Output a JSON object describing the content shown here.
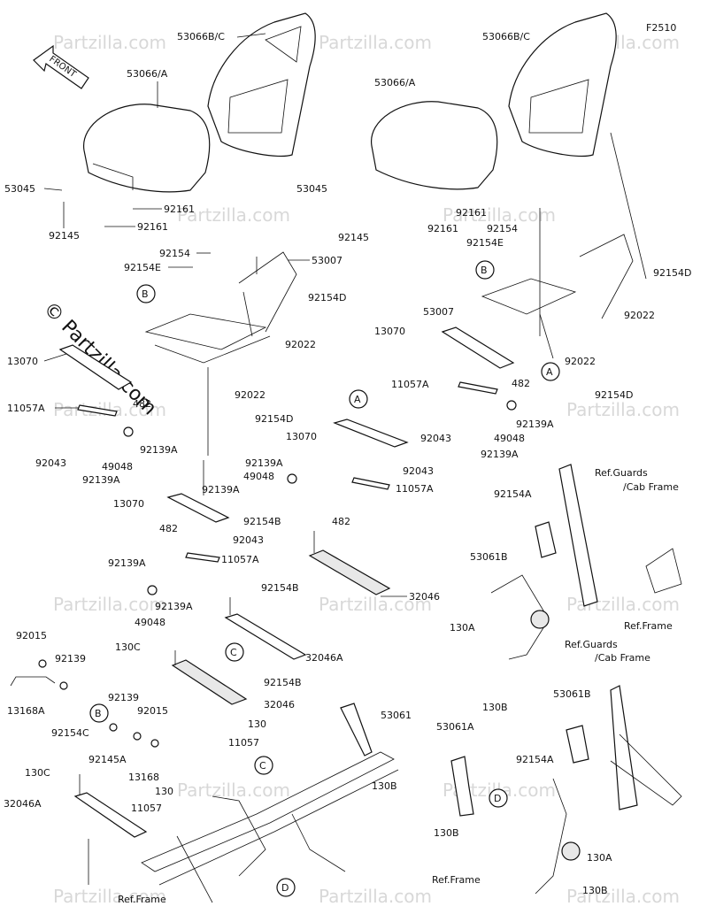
{
  "figure_code": "F2510",
  "front_label": "FRONT",
  "watermark": "Partzilla.com",
  "copyright_mark": "© Partzilla.com",
  "callouts": {
    "a": "A",
    "b": "B",
    "c": "C",
    "d": "D"
  },
  "labels": {
    "p53066bc": "53066B/C",
    "p53066a": "53066/A",
    "p53045": "53045",
    "p92145": "92145",
    "p92161": "92161",
    "p92154": "92154",
    "p92154e": "92154E",
    "p53007": "53007",
    "p92154d": "92154D",
    "p92022": "92022",
    "p13070": "13070",
    "p11057a": "11057A",
    "p482": "482",
    "p92043": "92043",
    "p49048": "49048",
    "p92139a": "92139A",
    "p92154b": "92154B",
    "p32046": "32046",
    "p32046a": "32046A",
    "p130c": "130C",
    "p130": "130",
    "p11057": "11057",
    "p92015": "92015",
    "p92139": "92139",
    "p13168a": "13168A",
    "p92154c": "92154C",
    "p92145a": "92145A",
    "p13168": "13168",
    "p53061": "53061",
    "p53061a": "53061A",
    "p53061b": "53061B",
    "p130a": "130A",
    "p130b": "130B",
    "p92154a": "92154A",
    "ref_guards": "Ref.Guards",
    "ref_cab": "/Cab Frame",
    "ref_frame": "Ref.Frame"
  }
}
